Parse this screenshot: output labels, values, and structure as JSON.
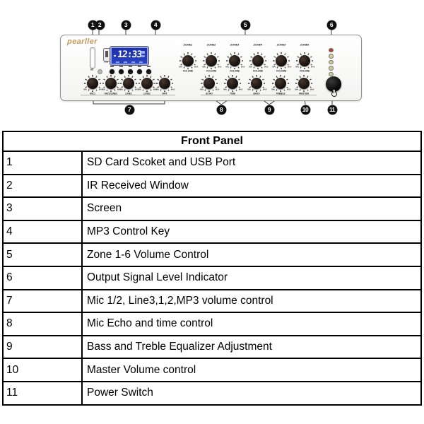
{
  "device": {
    "brand": "pearller",
    "sd_slot_label": "SD",
    "usb_label": "USB",
    "screen_text": "12:33",
    "knob_min": "MIN",
    "knob_max": "MAX",
    "zone_knobs": [
      {
        "label": "ZONE1",
        "sub": "VOLUME"
      },
      {
        "label": "ZONE2",
        "sub": "VOLUME"
      },
      {
        "label": "ZONE3",
        "sub": "VOLUME"
      },
      {
        "label": "ZONE4",
        "sub": "VOLUME"
      },
      {
        "label": "ZONE5",
        "sub": "VOLUME"
      },
      {
        "label": "ZONE6",
        "sub": "VOLUME"
      }
    ],
    "input_knobs": [
      "MIC1",
      "MIC2/LINE3",
      "LINE1",
      "LINE2",
      "MP3"
    ],
    "control_knobs": [
      "ECHO",
      "TIME",
      "BASS",
      "TREBLE",
      "MASTER"
    ],
    "mp3_key_count": 5,
    "led_colors": [
      "#b4402e",
      "#cbca92",
      "#cbca92",
      "#cbca92",
      "#cbca92"
    ],
    "callouts": [
      "1",
      "2",
      "3",
      "4",
      "5",
      "6",
      "7",
      "8",
      "9",
      "10",
      "11"
    ]
  },
  "table": {
    "title": "Front Panel",
    "rows": [
      {
        "num": "1",
        "desc": "SD Card Scoket and USB Port"
      },
      {
        "num": "2",
        "desc": "IR Received Window"
      },
      {
        "num": "3",
        "desc": "Screen"
      },
      {
        "num": "4",
        "desc": "MP3 Control Key"
      },
      {
        "num": "5",
        "desc": "Zone 1-6 Volume Control"
      },
      {
        "num": "6",
        "desc": "Output Signal Level Indicator"
      },
      {
        "num": "7",
        "desc": "Mic 1/2, Line3,1,2,MP3 volume control"
      },
      {
        "num": "8",
        "desc": "Mic Echo and time control"
      },
      {
        "num": "9",
        "desc": "Bass and Treble Equalizer Adjustment"
      },
      {
        "num": "10",
        "desc": "Master Volume control"
      },
      {
        "num": "11",
        "desc": "Power Switch"
      }
    ]
  }
}
